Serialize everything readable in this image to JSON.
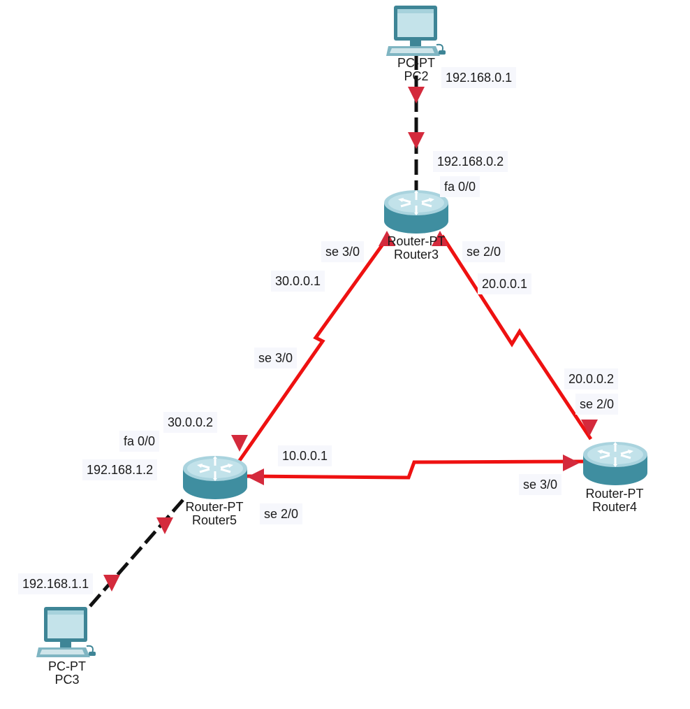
{
  "colors": {
    "serial_link": "#ee1111",
    "ethernet_link": "#111111",
    "port_marker": "#d42a3c",
    "label_bg": "#f6f7fc"
  },
  "devices": {
    "pc2": {
      "type": "PC-PT",
      "name": "PC2",
      "icon": "pc-icon"
    },
    "router3": {
      "type": "Router-PT",
      "name": "Router3",
      "icon": "router-icon"
    },
    "router4": {
      "type": "Router-PT",
      "name": "Router4",
      "icon": "router-icon"
    },
    "router5": {
      "type": "Router-PT",
      "name": "Router5",
      "icon": "router-icon"
    },
    "pc3": {
      "type": "PC-PT",
      "name": "PC3",
      "icon": "pc-icon"
    }
  },
  "labels": {
    "pc2_ip": "192.168.0.1",
    "r3_fa_ip": "192.168.0.2",
    "r3_fa_port": "fa 0/0",
    "r3_se30": "se 3/0",
    "r3_se20": "se 2/0",
    "r3_ip_30": "30.0.0.1",
    "r3_ip_20": "20.0.0.1",
    "r5_se30": "se 3/0",
    "r5_ip_30": "30.0.0.2",
    "r5_fa_port": "fa 0/0",
    "r5_fa_ip": "192.168.1.2",
    "r5_ip_10": "10.0.0.1",
    "r5_se20": "se 2/0",
    "r4_ip_20": "20.0.0.2",
    "r4_se20": "se 2/0",
    "r4_se30": "se 3/0",
    "pc3_ip": "192.168.1.1"
  }
}
